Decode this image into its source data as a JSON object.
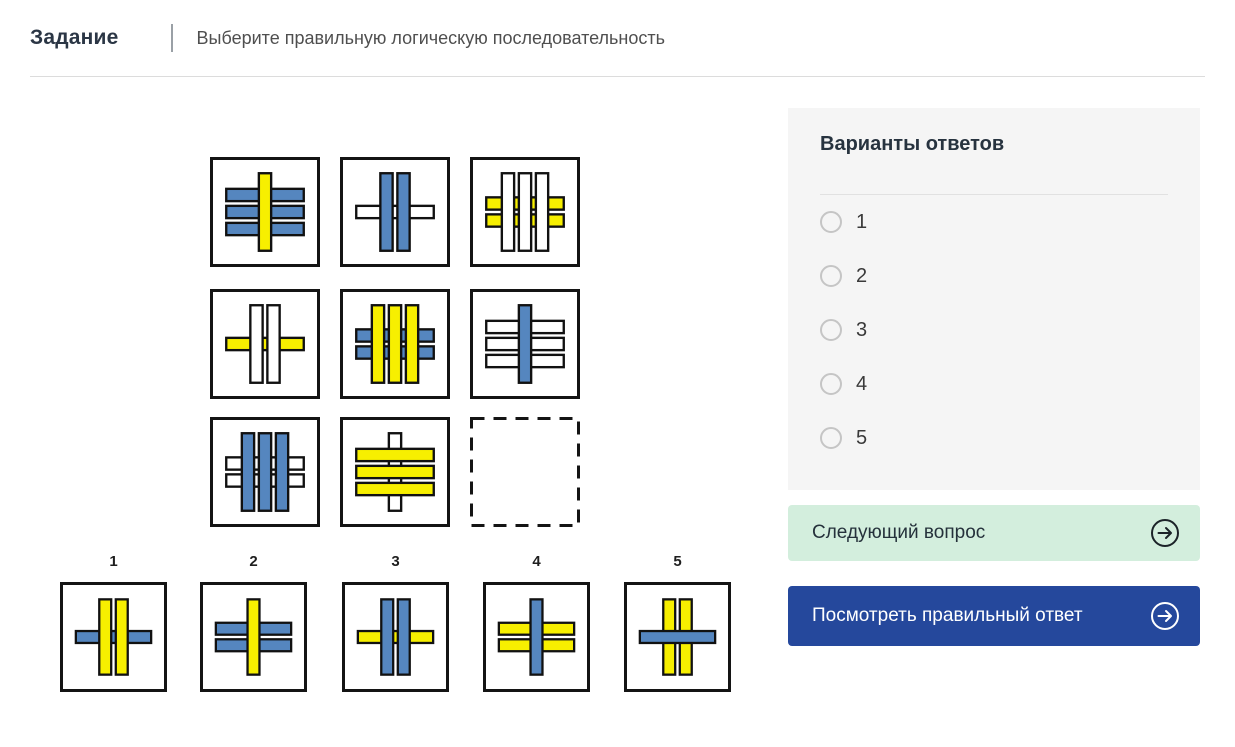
{
  "header": {
    "title": "Задание",
    "separator": "|",
    "subtitle": "Выберите правильную логическую последовательность"
  },
  "figure_colors": {
    "yellow": "#f7ef00",
    "blue": "#5586bf",
    "white": "#ffffff",
    "outline": "#111111"
  },
  "ui_colors": {
    "panel_bg": "#f5f5f5",
    "next_button_bg": "#d3eedd",
    "show_answer_button_bg": "#25489c",
    "dark_text": "#2b3645"
  },
  "puzzle": {
    "grid": [
      {
        "id": 1,
        "vertical": {
          "count": 1,
          "color": "yellow"
        },
        "horizontal": {
          "count": 3,
          "color": "blue"
        },
        "top_layer": "vertical"
      },
      {
        "id": 2,
        "vertical": {
          "count": 2,
          "color": "blue"
        },
        "horizontal": {
          "count": 1,
          "color": "white"
        },
        "top_layer": "vertical"
      },
      {
        "id": 3,
        "vertical": {
          "count": 3,
          "color": "white"
        },
        "horizontal": {
          "count": 2,
          "color": "yellow"
        },
        "top_layer": "vertical"
      },
      {
        "id": 4,
        "vertical": {
          "count": 2,
          "color": "white"
        },
        "horizontal": {
          "count": 1,
          "color": "yellow"
        },
        "top_layer": "vertical"
      },
      {
        "id": 5,
        "vertical": {
          "count": 3,
          "color": "yellow"
        },
        "horizontal": {
          "count": 2,
          "color": "blue"
        },
        "top_layer": "vertical"
      },
      {
        "id": 6,
        "vertical": {
          "count": 1,
          "color": "blue"
        },
        "horizontal": {
          "count": 3,
          "color": "white"
        },
        "top_layer": "vertical"
      },
      {
        "id": 7,
        "vertical": {
          "count": 3,
          "color": "blue"
        },
        "horizontal": {
          "count": 2,
          "color": "white"
        },
        "top_layer": "vertical"
      },
      {
        "id": 8,
        "vertical": {
          "count": 1,
          "color": "white"
        },
        "horizontal": {
          "count": 3,
          "color": "yellow"
        },
        "top_layer": "horizontal"
      },
      {
        "id": 9,
        "empty": true
      }
    ],
    "options": [
      {
        "label": "1",
        "vertical": {
          "count": 2,
          "color": "yellow"
        },
        "horizontal": {
          "count": 1,
          "color": "blue"
        },
        "top_layer": "vertical"
      },
      {
        "label": "2",
        "vertical": {
          "count": 1,
          "color": "yellow"
        },
        "horizontal": {
          "count": 2,
          "color": "blue"
        },
        "top_layer": "vertical"
      },
      {
        "label": "3",
        "vertical": {
          "count": 2,
          "color": "blue"
        },
        "horizontal": {
          "count": 1,
          "color": "yellow"
        },
        "top_layer": "vertical"
      },
      {
        "label": "4",
        "vertical": {
          "count": 1,
          "color": "blue"
        },
        "horizontal": {
          "count": 2,
          "color": "yellow"
        },
        "top_layer": "vertical"
      },
      {
        "label": "5",
        "vertical": {
          "count": 2,
          "color": "yellow"
        },
        "horizontal": {
          "count": 1,
          "color": "blue"
        },
        "top_layer": "horizontal"
      }
    ]
  },
  "answers_panel": {
    "title": "Варианты ответов",
    "options": [
      {
        "label": "1",
        "selected": false
      },
      {
        "label": "2",
        "selected": false
      },
      {
        "label": "3",
        "selected": false
      },
      {
        "label": "4",
        "selected": false
      },
      {
        "label": "5",
        "selected": false
      }
    ]
  },
  "actions": {
    "next_label": "Следующий вопрос",
    "show_answer_label": "Посмотреть правильный ответ",
    "arrow_icon": "circled-right-arrow"
  }
}
